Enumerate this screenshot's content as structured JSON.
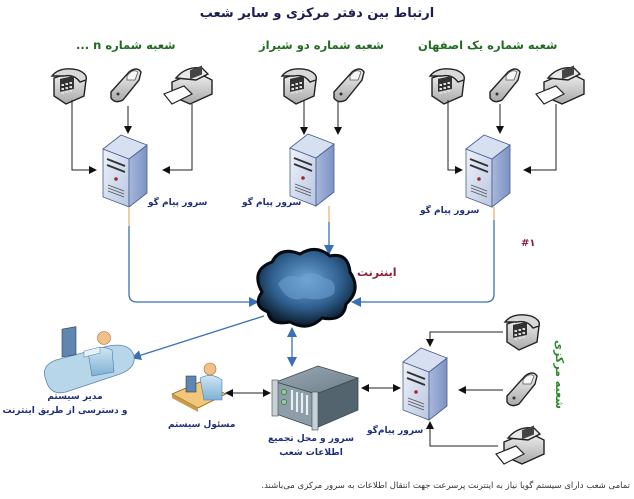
{
  "title": "ارتباط بین دفتر مرکزی و سایر شعب",
  "branches": [
    {
      "id": "branch-1",
      "name": "شعبه شماره یک اصفهان",
      "server_label": "سرور پیام گو",
      "devices": [
        "desk-phone",
        "mobile-phone",
        "fax-machine"
      ],
      "tag": "#۱"
    },
    {
      "id": "branch-2",
      "name": "شعبه شماره دو شیراز",
      "server_label": "سرور پیام گو",
      "devices": [
        "desk-phone",
        "mobile-phone"
      ]
    },
    {
      "id": "branch-n",
      "name": "شعبه شماره n ...",
      "server_label": "سرور پیام گو",
      "devices": [
        "desk-phone",
        "mobile-phone",
        "fax-machine"
      ]
    }
  ],
  "internet": {
    "label": "اینترنت"
  },
  "central": {
    "name": "شعبه مرکزی",
    "server_label": "سرور پیام‌گو",
    "aggregation_server_label_line1": "سرور و محل تجمیع",
    "aggregation_server_label_line2": "اطلاعات شعب",
    "operator_label": "مسئول سیستم",
    "admin_label_line1": "مدیر سیستم",
    "admin_label_line2": "و دسترسی از طریق اینترنت",
    "devices": [
      "desk-phone",
      "mobile-phone",
      "fax-machine"
    ]
  },
  "footer": "تمامی شعب دارای سیستم گویا نیاز به اینترنت پرسرعت جهت انتقال اطلاعات به سرور مرکزی می‌باشند.",
  "colors": {
    "title": "#1d1d55",
    "branch_name": "#1f6b1f",
    "central_name": "#2a8a2a",
    "server_label": "#1e2e7a",
    "internet_label": "#8a1f3a",
    "link_blue": "#3a6fb5",
    "link_black": "#222222",
    "link_orange": "#e0a040"
  }
}
